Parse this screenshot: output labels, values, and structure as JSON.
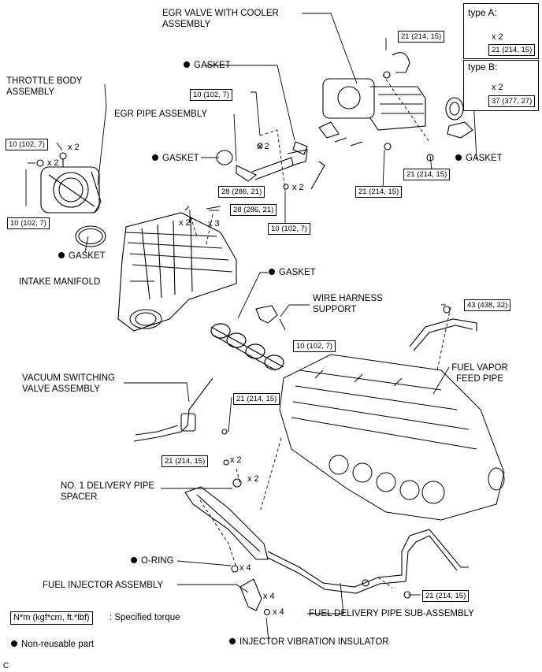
{
  "labels": {
    "egr_valve": "EGR VALVE WITH COOLER ASSEMBLY",
    "throttle_body": "THROTTLE BODY ASSEMBLY",
    "egr_pipe": "EGR PIPE ASSEMBLY",
    "intake_manifold": "INTAKE MANIFOLD",
    "wire_harness_support": "WIRE HARNESS SUPPORT",
    "vacuum_switching_valve": "VACUUM SWITCHING VALVE ASSEMBLY",
    "fuel_vapor_feed_pipe": "FUEL VAPOR FEED PIPE",
    "no1_delivery_pipe_spacer": "NO. 1 DELIVERY PIPE SPACER",
    "fuel_injector": "FUEL INJECTOR ASSEMBLY",
    "fuel_delivery_pipe": "FUEL DELIVERY PIPE SUB-ASSEMBLY",
    "figure_code": "C"
  },
  "bulleted": {
    "gasket": "GASKET",
    "o_ring": "O-RING",
    "injector_vibration_insulator": "INJECTOR VIBRATION INSULATOR"
  },
  "torques": {
    "t10": "10 (102, 7)",
    "t21": "21 (214, 15)",
    "t28": "28 (286, 21)",
    "t37": "37 (377, 27)",
    "t43": "43 (438, 32)"
  },
  "multipliers": {
    "x2": "x 2",
    "x3": "x 3",
    "x4": "x 4"
  },
  "type_panels": {
    "a_title": "type A:",
    "b_title": "type B:"
  },
  "legend": {
    "torque_unit": "N*m (kgf*cm, ft.*lbf)",
    "torque_desc": ": Specified torque",
    "non_reusable": "Non-reusable part"
  },
  "colors": {
    "ink": "#000000",
    "paper": "#ffffff"
  }
}
